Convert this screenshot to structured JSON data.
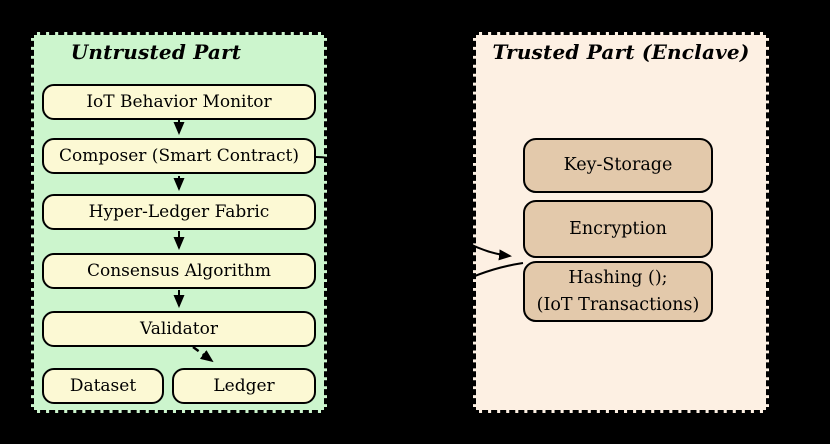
{
  "diagram": {
    "type": "architecture-flow-diagram",
    "background_color": "#000000",
    "untrusted": {
      "title": "Untrusted Part",
      "panel_color": "#ccf5cd",
      "box_color": "#fcf9d4",
      "border_color": "#000000",
      "boxes": [
        {
          "label": "IoT Behavior Monitor"
        },
        {
          "label": "Composer (Smart Contract)"
        },
        {
          "label": "Hyper-Ledger Fabric"
        },
        {
          "label": "Consensus Algorithm"
        },
        {
          "label": "Validator"
        },
        {
          "label": "Dataset"
        },
        {
          "label": "Ledger"
        }
      ]
    },
    "trusted": {
      "title": "Trusted Part (Enclave)",
      "panel_color": "#fdf0e3",
      "box_color": "#e3c9ab",
      "border_color": "#000000",
      "boxes": [
        {
          "label": "Key-Storage"
        },
        {
          "label": "Encryption"
        },
        {
          "line1": "Hashing ();",
          "line2": "(IoT Transactions)"
        }
      ]
    },
    "connections": [
      {
        "from": "IoT Behavior Monitor",
        "to": "Composer (Smart Contract)",
        "style": "solid-arrow"
      },
      {
        "from": "Composer (Smart Contract)",
        "to": "Hyper-Ledger Fabric",
        "style": "solid-arrow"
      },
      {
        "from": "Hyper-Ledger Fabric",
        "to": "Consensus Algorithm",
        "style": "solid-arrow"
      },
      {
        "from": "Consensus Algorithm",
        "to": "Validator",
        "style": "solid-arrow"
      },
      {
        "from": "Validator",
        "to": "Ledger",
        "style": "dashed-arrow"
      },
      {
        "from": "Composer (Smart Contract)",
        "to": "Hashing (); (IoT Transactions)",
        "style": "solid-curved-arrow"
      },
      {
        "from": "Hashing (); (IoT Transactions)",
        "to": "Ledger",
        "style": "solid-curved-arrow"
      }
    ]
  }
}
